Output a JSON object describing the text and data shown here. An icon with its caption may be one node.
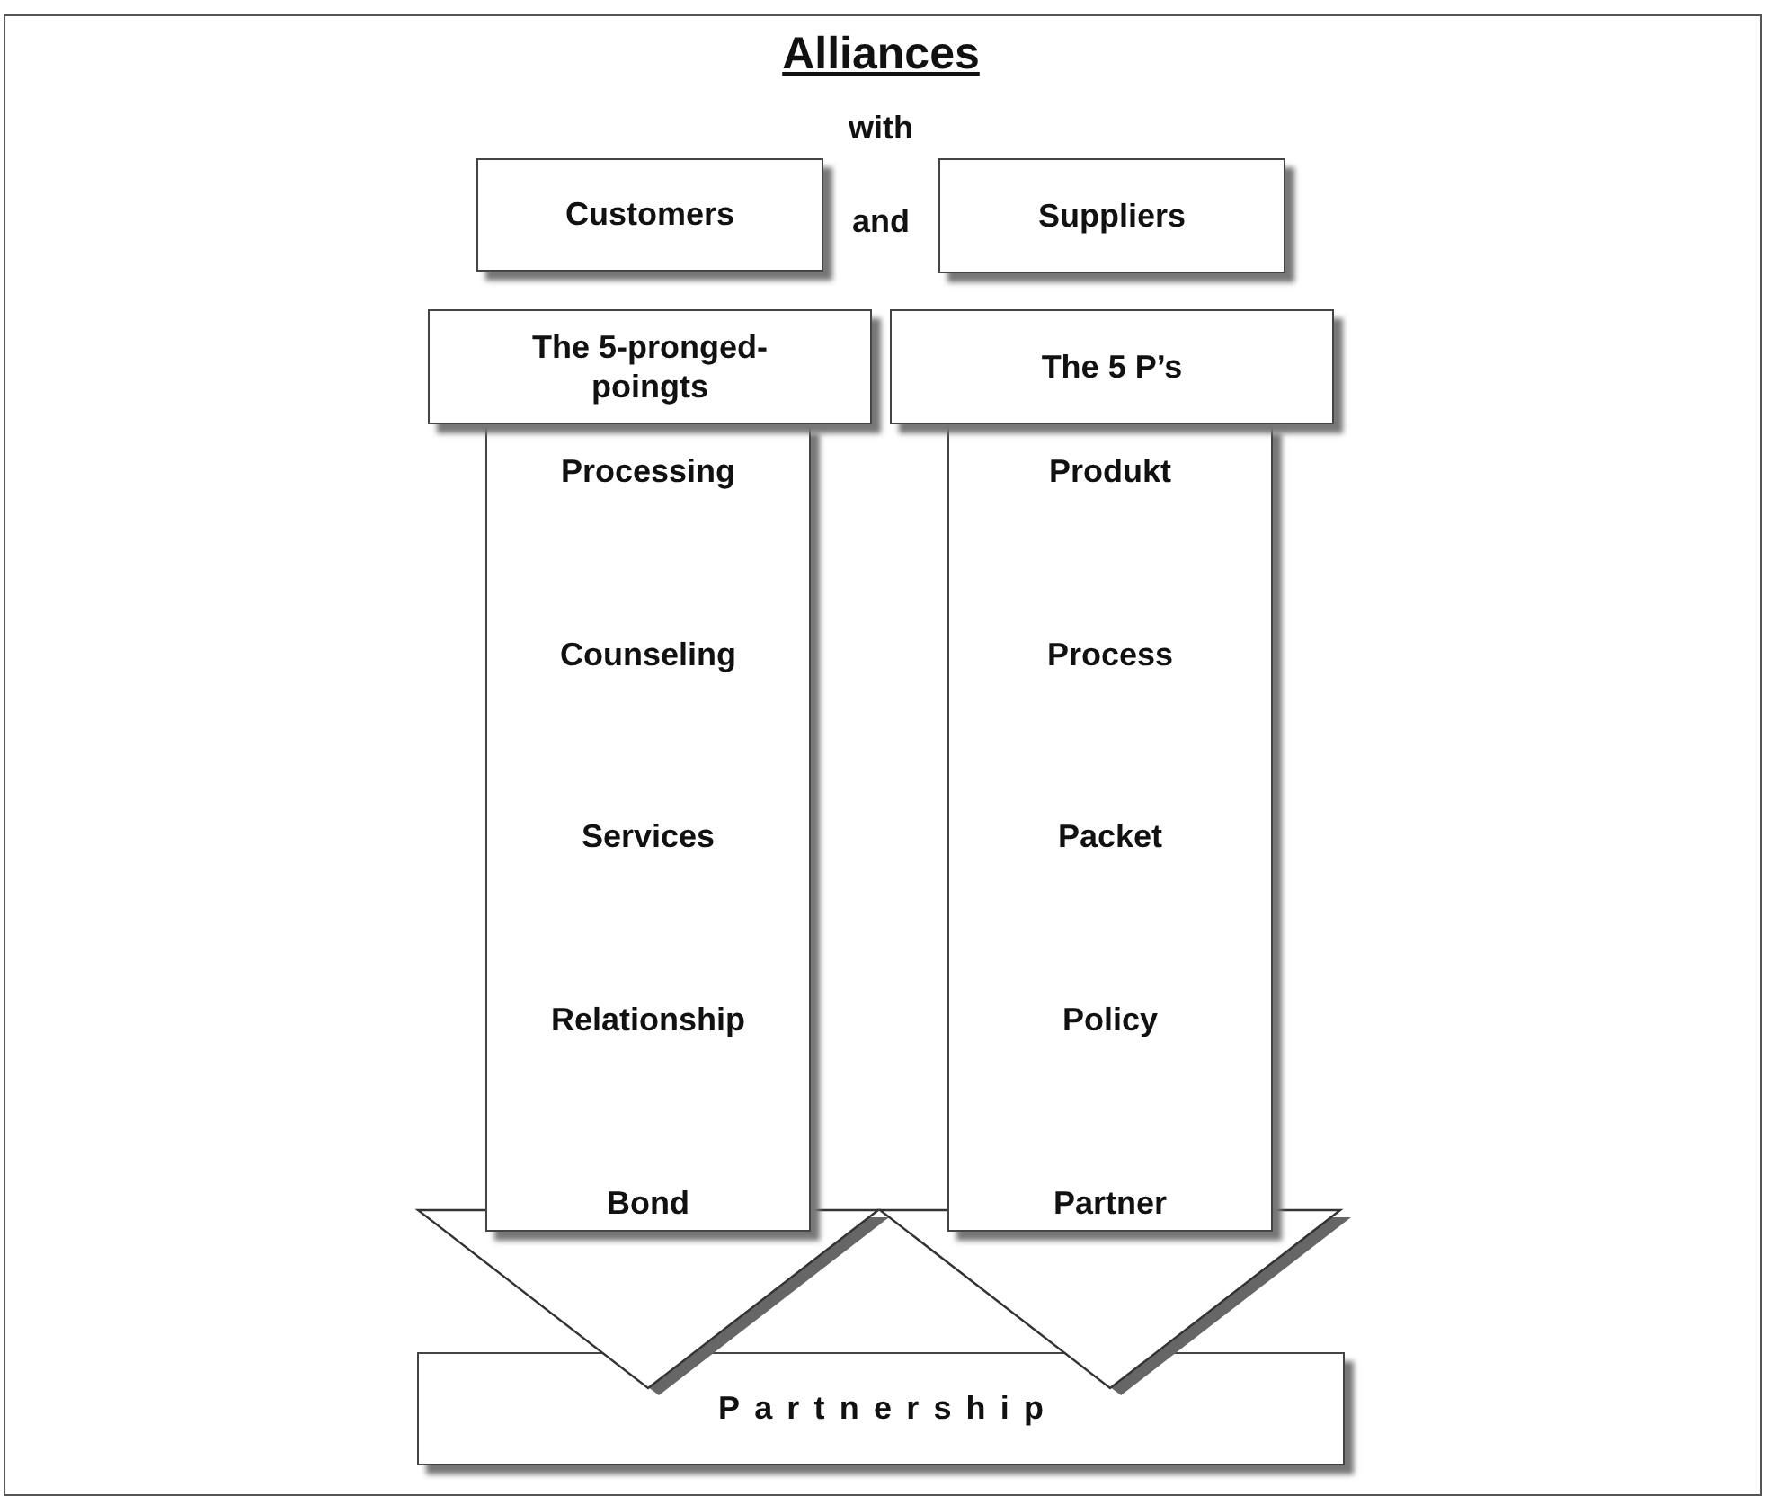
{
  "diagram": {
    "title": "Alliances",
    "nodes": [
      {
        "text": [
          "Customers"
        ]
      },
      {
        "text": [
          "Suppliers"
        ]
      },
      {
        "text": [
          "The 5-pronged-poingts"
        ]
      },
      {
        "text": [
          "Processing",
          "Counseling",
          "Services",
          "Relationship",
          "Bond"
        ]
      },
      {
        "text": [
          "The 5 P’s"
        ]
      },
      {
        "text": [
          "Produkt",
          "Process",
          "Packet",
          "Policy",
          "Partner"
        ]
      },
      {
        "text": [
          "Partnership"
        ]
      }
    ],
    "edges": [
      {
        "from": 3,
        "to": 6,
        "arrow": "to"
      },
      {
        "from": 5,
        "to": 6,
        "arrow": "to"
      }
    ],
    "labels": [
      "with",
      "and"
    ]
  }
}
